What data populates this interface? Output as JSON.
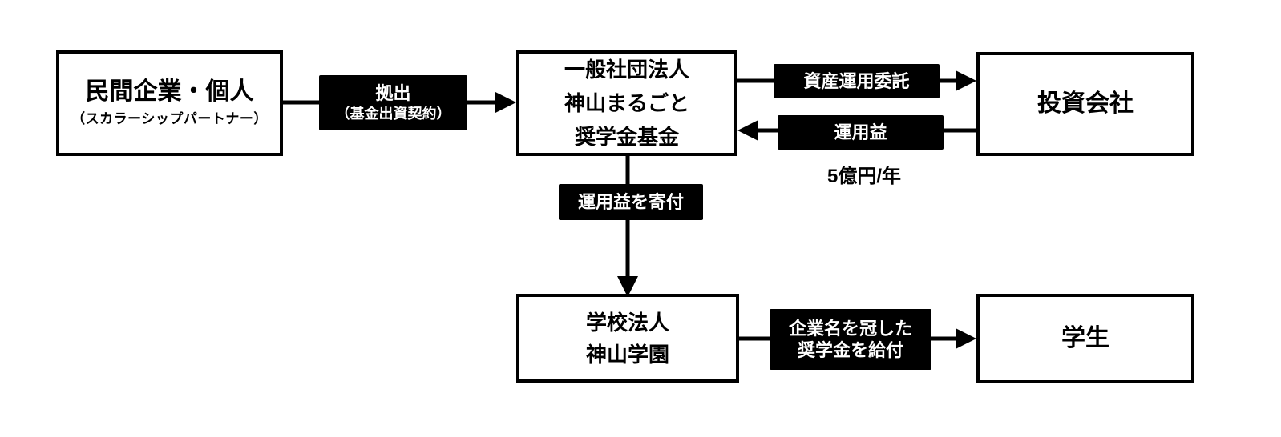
{
  "nodes": {
    "partner": {
      "line1": "民間企業・個人",
      "line2": "（スカラーシップパートナー）"
    },
    "fund": {
      "line1": "一般社団法人",
      "line2": "神山まるごと",
      "line3": "奨学金基金"
    },
    "investment": {
      "line1": "投資会社"
    },
    "school": {
      "line1": "学校法人",
      "line2": "神山学園"
    },
    "student": {
      "line1": "学生"
    }
  },
  "edges": {
    "contribution": {
      "line1": "拠出",
      "line2": "（基金出資契約）"
    },
    "asset_management": {
      "line1": "資産運用委託"
    },
    "returns": {
      "line1": "運用益"
    },
    "returns_amount": "5億円/年",
    "donate": {
      "line1": "運用益を寄付"
    },
    "grant": {
      "line1": "企業名を冠した",
      "line2": "奨学金を給付"
    }
  },
  "colors": {
    "background": "#ffffff",
    "box_border": "#000000",
    "label_background": "#000000",
    "label_text": "#ffffff",
    "arrow": "#000000"
  }
}
